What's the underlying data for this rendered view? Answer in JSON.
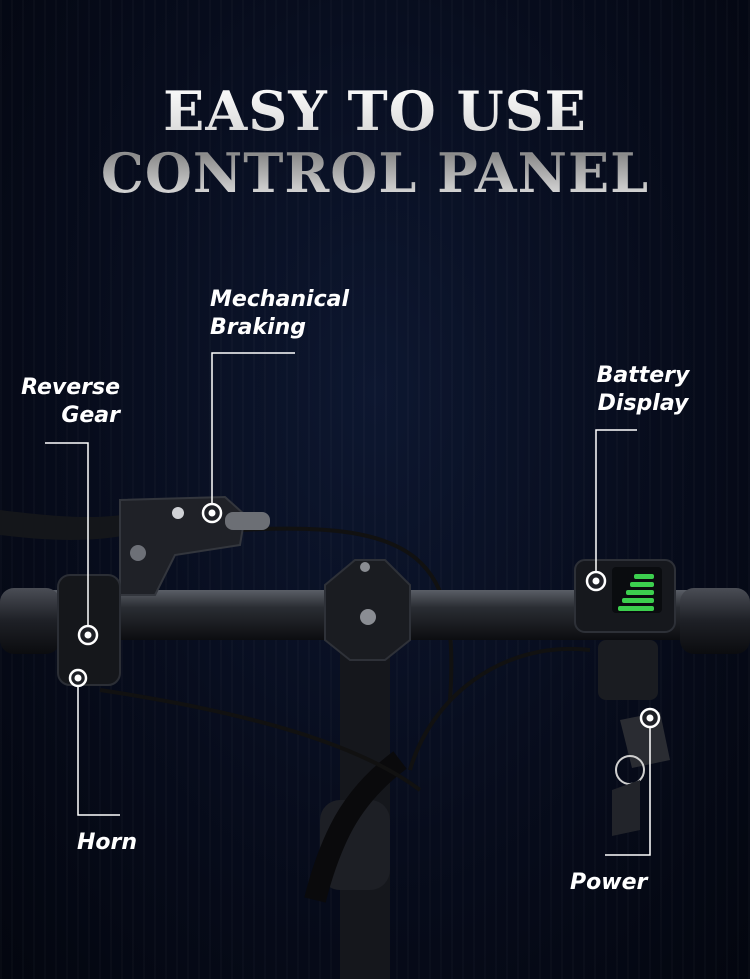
{
  "title": {
    "line1": "EASY TO USE",
    "line2": "CONTROL PANEL"
  },
  "labels": {
    "mechanical_braking": [
      "Mechanical",
      "Braking"
    ],
    "reverse_gear": [
      "Reverse",
      "Gear"
    ],
    "battery_display": [
      "Battery",
      "Display"
    ],
    "horn": "Horn",
    "power": "Power"
  },
  "colors": {
    "accent": "#ffffff",
    "battery_led": "#3ccf4e",
    "background": "#070c1c"
  }
}
